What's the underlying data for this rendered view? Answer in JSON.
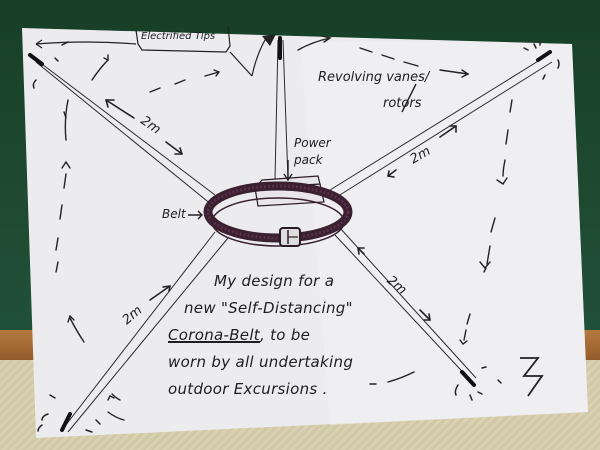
{
  "scene": {
    "background_board_color": "#1e4a30",
    "paper_color": "#ececee",
    "ink_color": "#1d1d22",
    "belt_ink_color": "#3a2030"
  },
  "labels": {
    "electrified_tips": "Electrified Tips",
    "revolving_vanes": "Revolving vanes/",
    "rotors": "rotors",
    "power": "Power",
    "pack": "pack",
    "belt": "Belt",
    "distance_top_left": "2m",
    "distance_top_right": "2m",
    "distance_bottom_left": "2m",
    "distance_bottom_right": "2m"
  },
  "caption": {
    "line1": "My design for a",
    "line2": "new \"Self-Distancing\"",
    "line3_underlined": "Corona-Belt",
    "line3_rest": ", to be",
    "line4": "worn by all undertaking",
    "line5": "outdoor Excursions ."
  }
}
